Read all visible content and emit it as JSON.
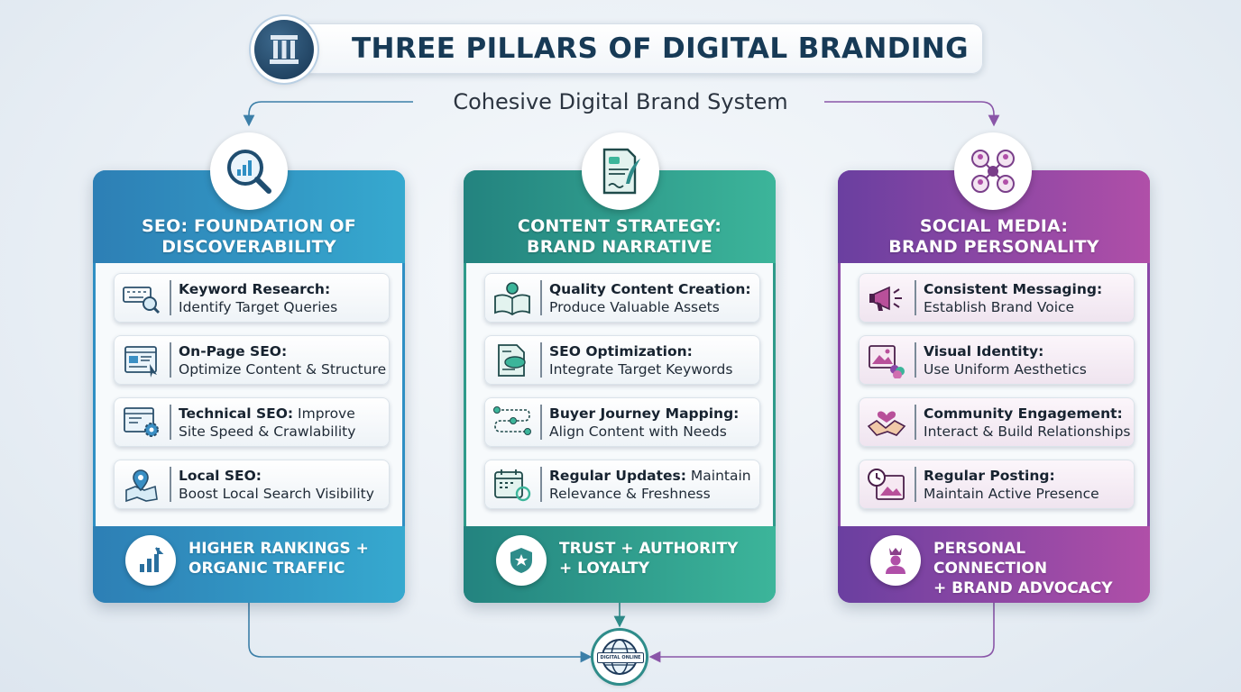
{
  "title": "THREE PILLARS OF DIGITAL BRANDING",
  "subtitle": "Cohesive Digital Brand System",
  "colors": {
    "seo": "#2f8fc4",
    "content": "#2e9a8a",
    "social": "#8a47a8",
    "title": "#173a56"
  },
  "pillars": [
    {
      "title_line1": "SEO: FOUNDATION OF",
      "title_line2": "DISCOVERABILITY",
      "icon": "magnifier-chart-icon",
      "items": [
        {
          "bold": "Keyword Research:",
          "rest": "Identify Target Queries",
          "icon": "keyboard-search-icon"
        },
        {
          "bold": "On-Page SEO:",
          "rest": "Optimize Content & Structure",
          "icon": "webpage-cursor-icon"
        },
        {
          "bold": "Technical SEO:",
          "rest_inline": "Improve",
          "rest": "Site Speed & Crawlability",
          "icon": "browser-gear-icon"
        },
        {
          "bold": "Local SEO:",
          "rest": "Boost Local Search Visibility",
          "icon": "map-pin-icon"
        }
      ],
      "footer_line1": "HIGHER RANKINGS +",
      "footer_line2": "ORGANIC TRAFFIC",
      "footer_icon": "growth-chart-icon"
    },
    {
      "title_line1": "CONTENT STRATEGY:",
      "title_line2": "BRAND NARRATIVE",
      "icon": "document-quill-icon",
      "items": [
        {
          "bold": "Quality Content Creation:",
          "rest": "Produce Valuable Assets",
          "icon": "book-lightbulb-icon"
        },
        {
          "bold": "SEO Optimization:",
          "rest": "Integrate Target Keywords",
          "icon": "seo-document-icon"
        },
        {
          "bold": "Buyer Journey Mapping:",
          "rest": "Align Content with Needs",
          "icon": "journey-path-icon"
        },
        {
          "bold": "Regular Updates:",
          "rest_inline": "Maintain",
          "rest": "Relevance & Freshness",
          "icon": "calendar-refresh-icon"
        }
      ],
      "footer_line1": "TRUST + AUTHORITY",
      "footer_line2": "+ LOYALTY",
      "footer_icon": "shield-star-icon"
    },
    {
      "title_line1": "SOCIAL MEDIA:",
      "title_line2": "BRAND PERSONALITY",
      "icon": "network-share-icon",
      "items": [
        {
          "bold": "Consistent Messaging:",
          "rest": "Establish Brand Voice",
          "icon": "megaphone-icon"
        },
        {
          "bold": "Visual Identity:",
          "rest": "Use Uniform Aesthetics",
          "icon": "image-palette-icon"
        },
        {
          "bold": "Community Engagement:",
          "rest": "Interact & Build Relationships",
          "icon": "handshake-heart-icon"
        },
        {
          "bold": "Regular Posting:",
          "rest": "Maintain Active Presence",
          "icon": "clock-post-icon"
        }
      ],
      "footer_line1": "PERSONAL CONNECTION",
      "footer_line2": "+ BRAND ADVOCACY",
      "footer_icon": "crowned-person-icon"
    }
  ],
  "hub_label": "DIGITAL ONLINE"
}
